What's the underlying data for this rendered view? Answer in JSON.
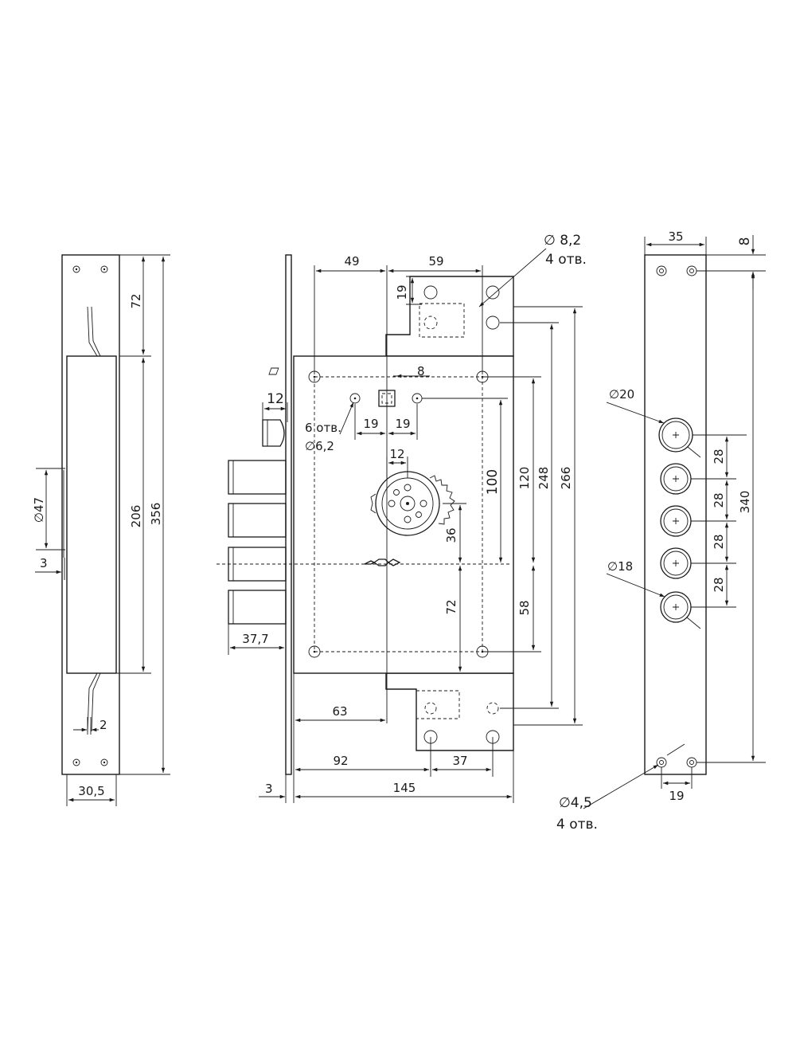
{
  "left_view": {
    "dims": {
      "d72": "72",
      "d206": "206",
      "d356": "356",
      "d47": "∅47",
      "d3": "3",
      "d2": "2",
      "d30_5": "30,5"
    }
  },
  "center_view": {
    "dims": {
      "d49": "49",
      "d59": "59",
      "d19_top": "19",
      "d12_side": "12",
      "d8_square": "8",
      "d19_a": "19",
      "d19_b": "19",
      "holes6_count": "6 отв.",
      "holes6_dia": "∅6,2",
      "d12_cyl": "12",
      "d100": "100",
      "d36": "36",
      "d120": "120",
      "d248": "248",
      "d266": "266",
      "d72": "72",
      "d58": "58",
      "d37_7": "37,7",
      "d63": "63",
      "d92": "92",
      "d37": "37",
      "d3": "3",
      "d145": "145"
    },
    "callout_top": {
      "dia": "∅ 8,2",
      "count": "4 отв."
    }
  },
  "right_view": {
    "dims": {
      "d35": "35",
      "d8": "8",
      "d20": "∅20",
      "d18": "∅18",
      "d28_1": "28",
      "d28_2": "28",
      "d28_3": "28",
      "d28_4": "28",
      "d340": "340",
      "d19": "19"
    },
    "callout_bottom": {
      "dia": "∅4,5",
      "count": "4 отв."
    }
  }
}
